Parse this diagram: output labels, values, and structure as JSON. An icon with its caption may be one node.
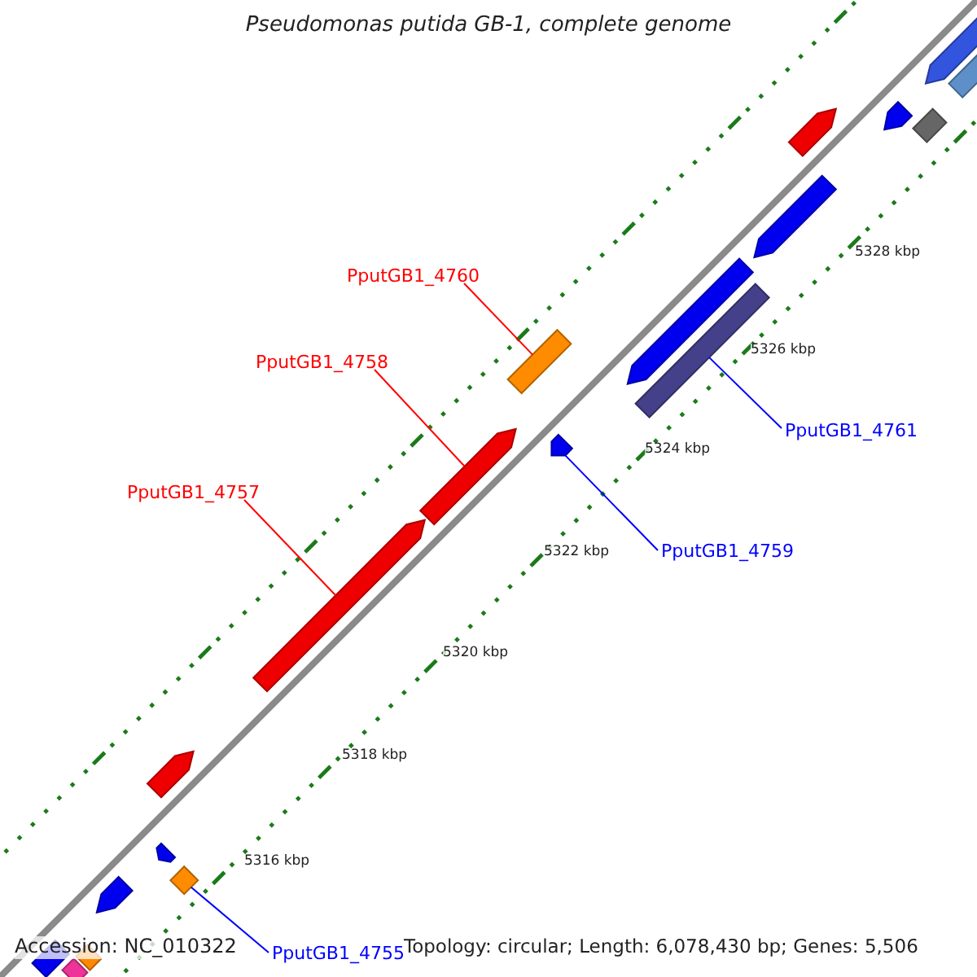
{
  "diagram": {
    "title": "Pseudomonas putida GB-1, complete genome",
    "nodes": [
      {
        "text": [
          "PputGB1_4760"
        ]
      },
      {
        "text": [],
        "shape": "bar"
      },
      {
        "text": [
          "PputGB1_4758"
        ]
      },
      {
        "text": [],
        "shape": "arrow"
      },
      {
        "text": [
          "PputGB1_4761"
        ]
      },
      {
        "text": [],
        "shape": "bar"
      },
      {
        "text": [
          "PputGB1_4757"
        ]
      },
      {
        "text": [],
        "shape": "arrow"
      },
      {
        "text": [
          "PputGB1_4759"
        ]
      },
      {
        "text": [],
        "shape": "arrow"
      },
      {
        "text": [
          "PputGB1_4755"
        ]
      },
      {
        "text": [],
        "shape": "bar"
      },
      {
        "text": [],
        "shape": "arrow"
      },
      {
        "text": [],
        "shape": "bar"
      },
      {
        "text": [],
        "shape": "arrow"
      },
      {
        "text": [],
        "shape": "bar"
      },
      {
        "text": [],
        "shape": "arrow"
      },
      {
        "text": [],
        "shape": "arrow"
      },
      {
        "text": [],
        "shape": "arrow"
      },
      {
        "text": [],
        "shape": "arrow"
      },
      {
        "text": [],
        "shape": "arrow"
      },
      {
        "text": [],
        "shape": "arrow"
      },
      {
        "text": [],
        "shape": "bar"
      },
      {
        "text": [],
        "shape": "bar"
      },
      {
        "text": [],
        "shape": "bar"
      }
    ],
    "edges": [
      {
        "from": 0,
        "to": 1,
        "arrow": "none",
        "color": "#ff0000"
      },
      {
        "from": 2,
        "to": 3,
        "arrow": "none",
        "color": "#ff0000"
      },
      {
        "from": 4,
        "to": 5,
        "arrow": "none",
        "color": "#0000ff"
      },
      {
        "from": 6,
        "to": 7,
        "arrow": "none",
        "color": "#ff0000"
      },
      {
        "from": 8,
        "to": 9,
        "arrow": "none",
        "color": "#0000ff"
      },
      {
        "from": 10,
        "to": 11,
        "arrow": "none",
        "color": "#0000ff"
      }
    ],
    "labels": [
      "5328 kbp",
      "5326 kbp",
      "5324 kbp",
      "5322 kbp",
      "5320 kbp",
      "5318 kbp",
      "5316 kbp",
      "Accession: NC_010322",
      "Topology: circular; Length: 6,078,430 bp; Genes: 5,506"
    ]
  }
}
